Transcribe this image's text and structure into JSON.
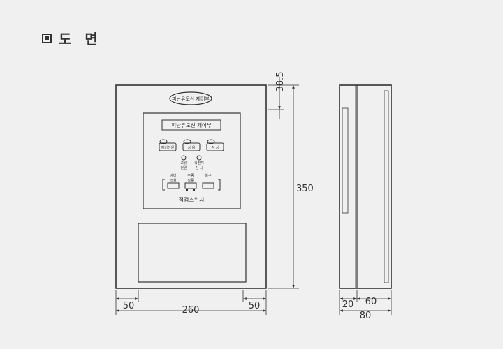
{
  "heading": {
    "title": "도 면"
  },
  "front": {
    "top_label": "피난유도선 제어부",
    "panel_title": "피난유도선 제어부",
    "buttons": [
      "예비전원",
      "상 용",
      "정 상"
    ],
    "lamps": [
      {
        "top": "교류",
        "bottom": "전원"
      },
      {
        "top": "축전지",
        "bottom": "감  시"
      }
    ],
    "switches": [
      {
        "top": "예비",
        "bottom": "전원"
      },
      {
        "top": "수동",
        "bottom": "점등"
      },
      {
        "top": "복구",
        "bottom": ""
      }
    ],
    "switch_caption": "점검스위치"
  },
  "dimensions": {
    "height_top": "38.5",
    "height_total": "350",
    "width_left": "50",
    "width_total": "260",
    "width_right": "50",
    "side_front": "20",
    "side_body": "60",
    "side_total": "80"
  }
}
